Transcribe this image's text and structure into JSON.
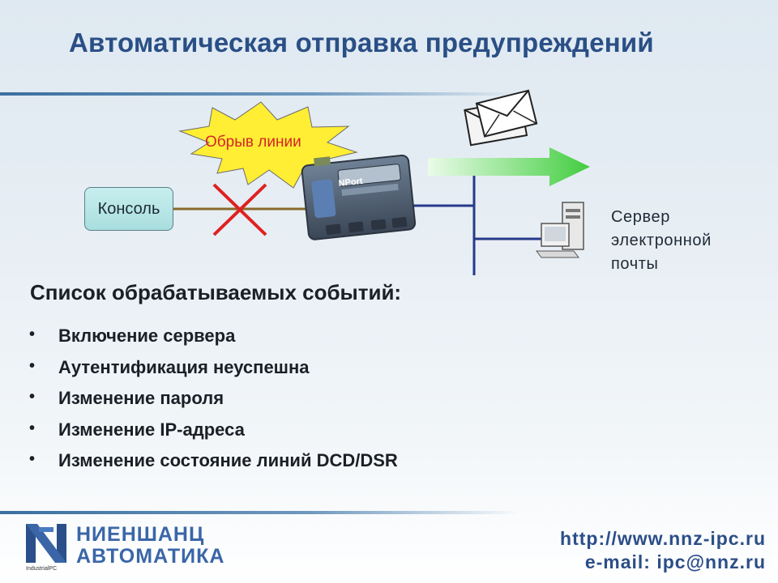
{
  "slide": {
    "title": "Автоматическая отправка предупреждений"
  },
  "diagram": {
    "console_label": "Консоль",
    "break_label": "Обрыв линии",
    "server_label_lines": [
      "Сервер",
      "электронной",
      "почты"
    ],
    "device_label": "NPort",
    "colors": {
      "title": "#2a4f86",
      "break_text": "#d4252b",
      "cross": "#e02020",
      "burst": "#ffee33",
      "arrow": "#4fd34f",
      "bus": "#253a8a"
    }
  },
  "events": {
    "heading": "Список обрабатываемых событий:",
    "bullet": "•",
    "items": [
      "Включение сервера",
      "Аутентификация неуспешна",
      "Изменение пароля",
      "Изменение IP-адреса",
      "Изменение состояние линий DCD/DSR"
    ]
  },
  "footer": {
    "brand_lines": [
      "НИЕНШАНЦ",
      "АВТОМАТИКА"
    ],
    "logo_caption": "IndustrialPC",
    "url": "http://www.nnz-ipc.ru",
    "email": "e-mail: ipc@nnz.ru"
  }
}
